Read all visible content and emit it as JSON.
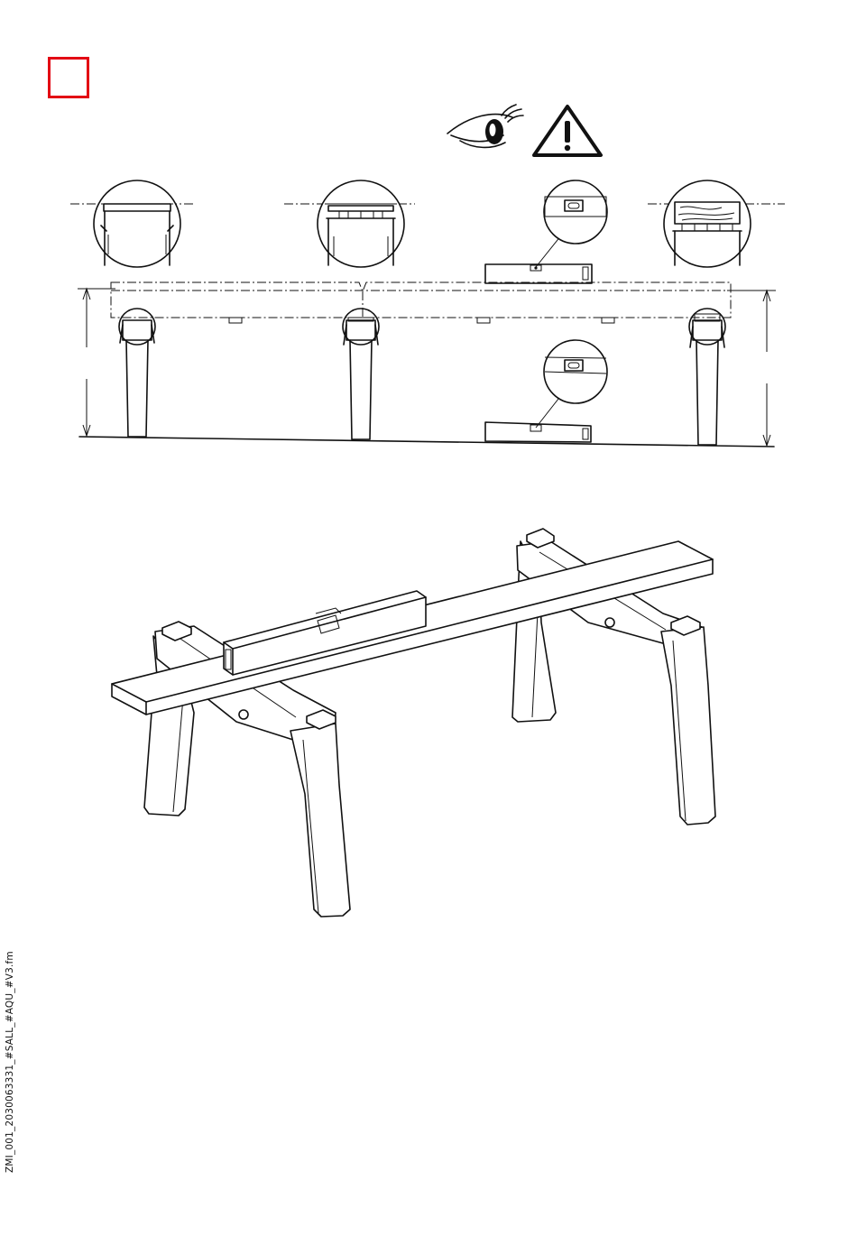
{
  "page": {
    "step_number": "",
    "file_label": "ZMI_001_2030063331_#SALL_#AQU_#V3.fm",
    "accent_color": "#e30613"
  },
  "icons": {
    "eye": "eye-icon",
    "warning": "warning-triangle-icon"
  },
  "figures": {
    "top": "front-elevation-leveling",
    "bottom": "isometric-frame-with-level"
  }
}
